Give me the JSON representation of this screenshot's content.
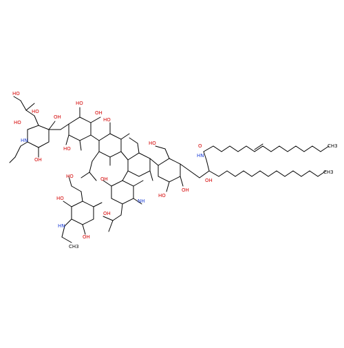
{
  "labels": {
    "o_red": "O",
    "oh": "OH",
    "ho": "HO",
    "nh_upper": "NH",
    "hn_upper": "HN",
    "ch3": "CH3"
  },
  "colors": {
    "oxygen": "#d40000",
    "nitrogen": "#1d3fd6",
    "carbon": "#000000",
    "background": "#ffffff"
  }
}
